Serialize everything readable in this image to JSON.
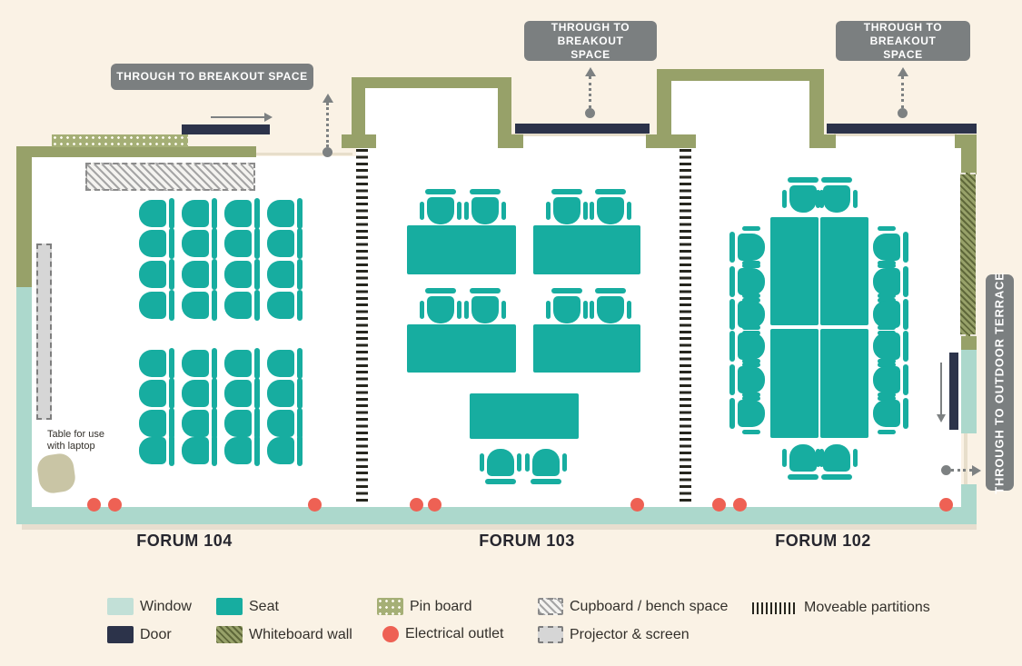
{
  "badges": {
    "breakout_1": "THROUGH TO BREAKOUT SPACE",
    "breakout_2": "THROUGH TO BREAKOUT SPACE",
    "breakout_3": "THROUGH TO BREAKOUT SPACE",
    "outdoor_terrace": "THROUGH TO OUTDOOR TERRACE"
  },
  "rooms": [
    {
      "name": "FORUM 104"
    },
    {
      "name": "FORUM 103"
    },
    {
      "name": "FORUM 102"
    }
  ],
  "notes": {
    "laptop_table": "Table for use with laptop"
  },
  "legend": {
    "items": [
      {
        "key": "window",
        "label": "Window"
      },
      {
        "key": "seat",
        "label": "Seat"
      },
      {
        "key": "pinboard",
        "label": "Pin board"
      },
      {
        "key": "cupboard",
        "label": "Cupboard / bench space"
      },
      {
        "key": "partitions",
        "label": "Moveable partitions"
      },
      {
        "key": "door",
        "label": "Door"
      },
      {
        "key": "whiteboard",
        "label": "Whiteboard wall"
      },
      {
        "key": "outlet",
        "label": "Electrical outlet"
      },
      {
        "key": "projector",
        "label": "Projector & screen"
      }
    ]
  },
  "colors": {
    "cream": "#FAF2E5",
    "teal": "#17ADA0",
    "window": "#ACD8CC",
    "door": "#2C334A",
    "wall": "#97A169",
    "badge": "#7B7F80",
    "outlet": "#EE6154",
    "arrowgray": "#7D8182",
    "text": "#33302B",
    "laptop": "#C9C5A5"
  },
  "floorplan": {
    "seat_facing_legend": "L=faces left, R=faces right, U=faces up, D=faces down; 4th value 1 = chair with armrests",
    "seats": [
      [
        168,
        235,
        "L",
        0
      ],
      [
        215,
        235,
        "L",
        0
      ],
      [
        262,
        235,
        "L",
        0
      ],
      [
        309,
        235,
        "L",
        0
      ],
      [
        168,
        268,
        "L",
        0
      ],
      [
        215,
        268,
        "L",
        0
      ],
      [
        262,
        268,
        "L",
        0
      ],
      [
        309,
        268,
        "L",
        0
      ],
      [
        168,
        302,
        "L",
        0
      ],
      [
        215,
        302,
        "L",
        0
      ],
      [
        262,
        302,
        "L",
        0
      ],
      [
        309,
        302,
        "L",
        0
      ],
      [
        168,
        336,
        "L",
        0
      ],
      [
        215,
        336,
        "L",
        0
      ],
      [
        262,
        336,
        "L",
        0
      ],
      [
        309,
        336,
        "L",
        0
      ],
      [
        168,
        400,
        "L",
        0
      ],
      [
        215,
        400,
        "L",
        0
      ],
      [
        262,
        400,
        "L",
        0
      ],
      [
        309,
        400,
        "L",
        0
      ],
      [
        168,
        433,
        "L",
        0
      ],
      [
        215,
        433,
        "L",
        0
      ],
      [
        262,
        433,
        "L",
        0
      ],
      [
        309,
        433,
        "L",
        0
      ],
      [
        168,
        466,
        "L",
        0
      ],
      [
        215,
        466,
        "L",
        0
      ],
      [
        262,
        466,
        "L",
        0
      ],
      [
        309,
        466,
        "L",
        0
      ],
      [
        168,
        496,
        "L",
        0
      ],
      [
        215,
        496,
        "L",
        0
      ],
      [
        262,
        496,
        "L",
        0
      ],
      [
        309,
        496,
        "L",
        0
      ],
      [
        485,
        232,
        "D",
        1
      ],
      [
        534,
        232,
        "D",
        1
      ],
      [
        624,
        232,
        "D",
        1
      ],
      [
        672,
        232,
        "D",
        1
      ],
      [
        485,
        341,
        "D",
        1
      ],
      [
        534,
        341,
        "D",
        1
      ],
      [
        624,
        341,
        "D",
        1
      ],
      [
        672,
        341,
        "D",
        1
      ],
      [
        551,
        509,
        "U",
        1
      ],
      [
        601,
        509,
        "U",
        1
      ],
      [
        884,
        219,
        "D",
        1
      ],
      [
        921,
        219,
        "D",
        1
      ],
      [
        884,
        504,
        "U",
        1
      ],
      [
        921,
        504,
        "U",
        1
      ],
      [
        827,
        272,
        "R",
        1
      ],
      [
        827,
        310,
        "R",
        1
      ],
      [
        827,
        346,
        "R",
        1
      ],
      [
        827,
        381,
        "R",
        1
      ],
      [
        827,
        418,
        "R",
        1
      ],
      [
        827,
        455,
        "R",
        1
      ],
      [
        976,
        272,
        "L",
        1
      ],
      [
        976,
        310,
        "L",
        1
      ],
      [
        976,
        346,
        "L",
        1
      ],
      [
        976,
        381,
        "L",
        1
      ],
      [
        976,
        418,
        "L",
        1
      ],
      [
        976,
        455,
        "L",
        1
      ]
    ],
    "tables": [
      [
        448,
        248,
        120,
        54
      ],
      [
        587,
        248,
        118,
        54
      ],
      [
        448,
        357,
        120,
        53
      ],
      [
        587,
        357,
        118,
        53
      ],
      [
        517,
        433,
        120,
        50
      ],
      [
        848,
        239,
        53,
        119
      ],
      [
        903,
        239,
        53,
        119
      ],
      [
        848,
        362,
        53,
        120
      ],
      [
        903,
        362,
        53,
        120
      ]
    ],
    "outlets": [
      [
        103,
        555
      ],
      [
        126,
        555
      ],
      [
        346,
        555
      ],
      [
        458,
        555
      ],
      [
        478,
        555
      ],
      [
        701,
        555
      ],
      [
        791,
        555
      ],
      [
        814,
        555
      ],
      [
        1041,
        555
      ]
    ]
  }
}
